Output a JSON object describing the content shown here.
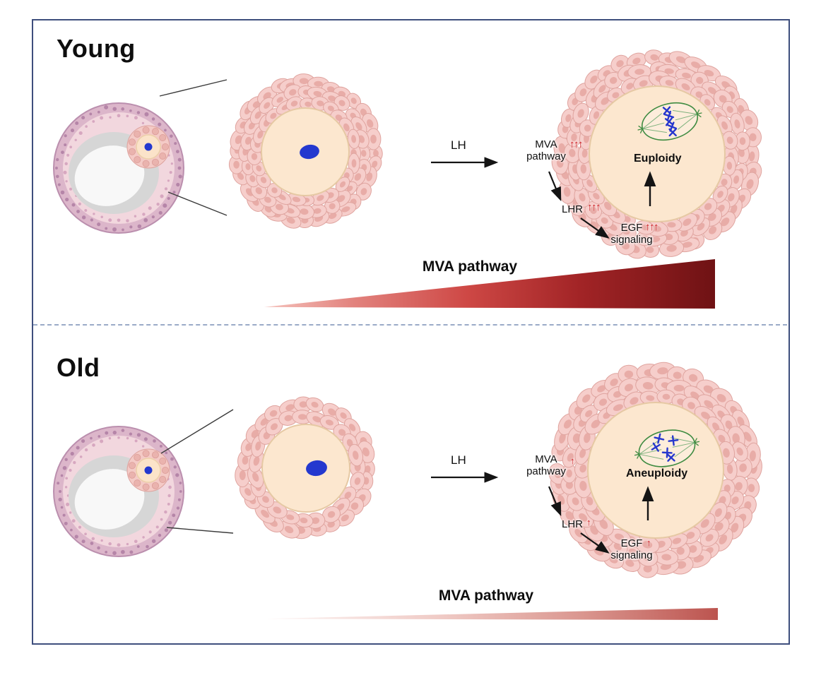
{
  "panels": {
    "young": {
      "title": "Young",
      "lh_label": "LH",
      "mva_line1": "MVA",
      "mva_line2": "pathway",
      "mva_arrows": "↑↑↑",
      "lhr_label": "LHR",
      "lhr_arrows": "↑↑↑",
      "egf_line1": "EGF",
      "egf_line2": "signaling",
      "egf_arrows": "↑↑↑",
      "ploidy_label": "Euploidy",
      "gradient_label": "MVA pathway"
    },
    "old": {
      "title": "Old",
      "lh_label": "LH",
      "mva_line1": "MVA",
      "mva_line2": "pathway",
      "mva_arrows": "↑",
      "lhr_label": "LHR",
      "lhr_arrows": "↑",
      "egf_line1": "EGF",
      "egf_line2": "signaling",
      "egf_arrows": "↑",
      "ploidy_label": "Aneuploidy",
      "gradient_label": "MVA pathway"
    }
  },
  "colors": {
    "upregulation_red": "#ce2127",
    "gradient_light_red": "#f5c3bd",
    "gradient_dark_red": "#6f1214",
    "spindle_green": "#3e8b41",
    "chromosome_blue": "#2637cd",
    "nucleus_blue": "#2438cf",
    "frame_border": "#3e4e7d"
  }
}
